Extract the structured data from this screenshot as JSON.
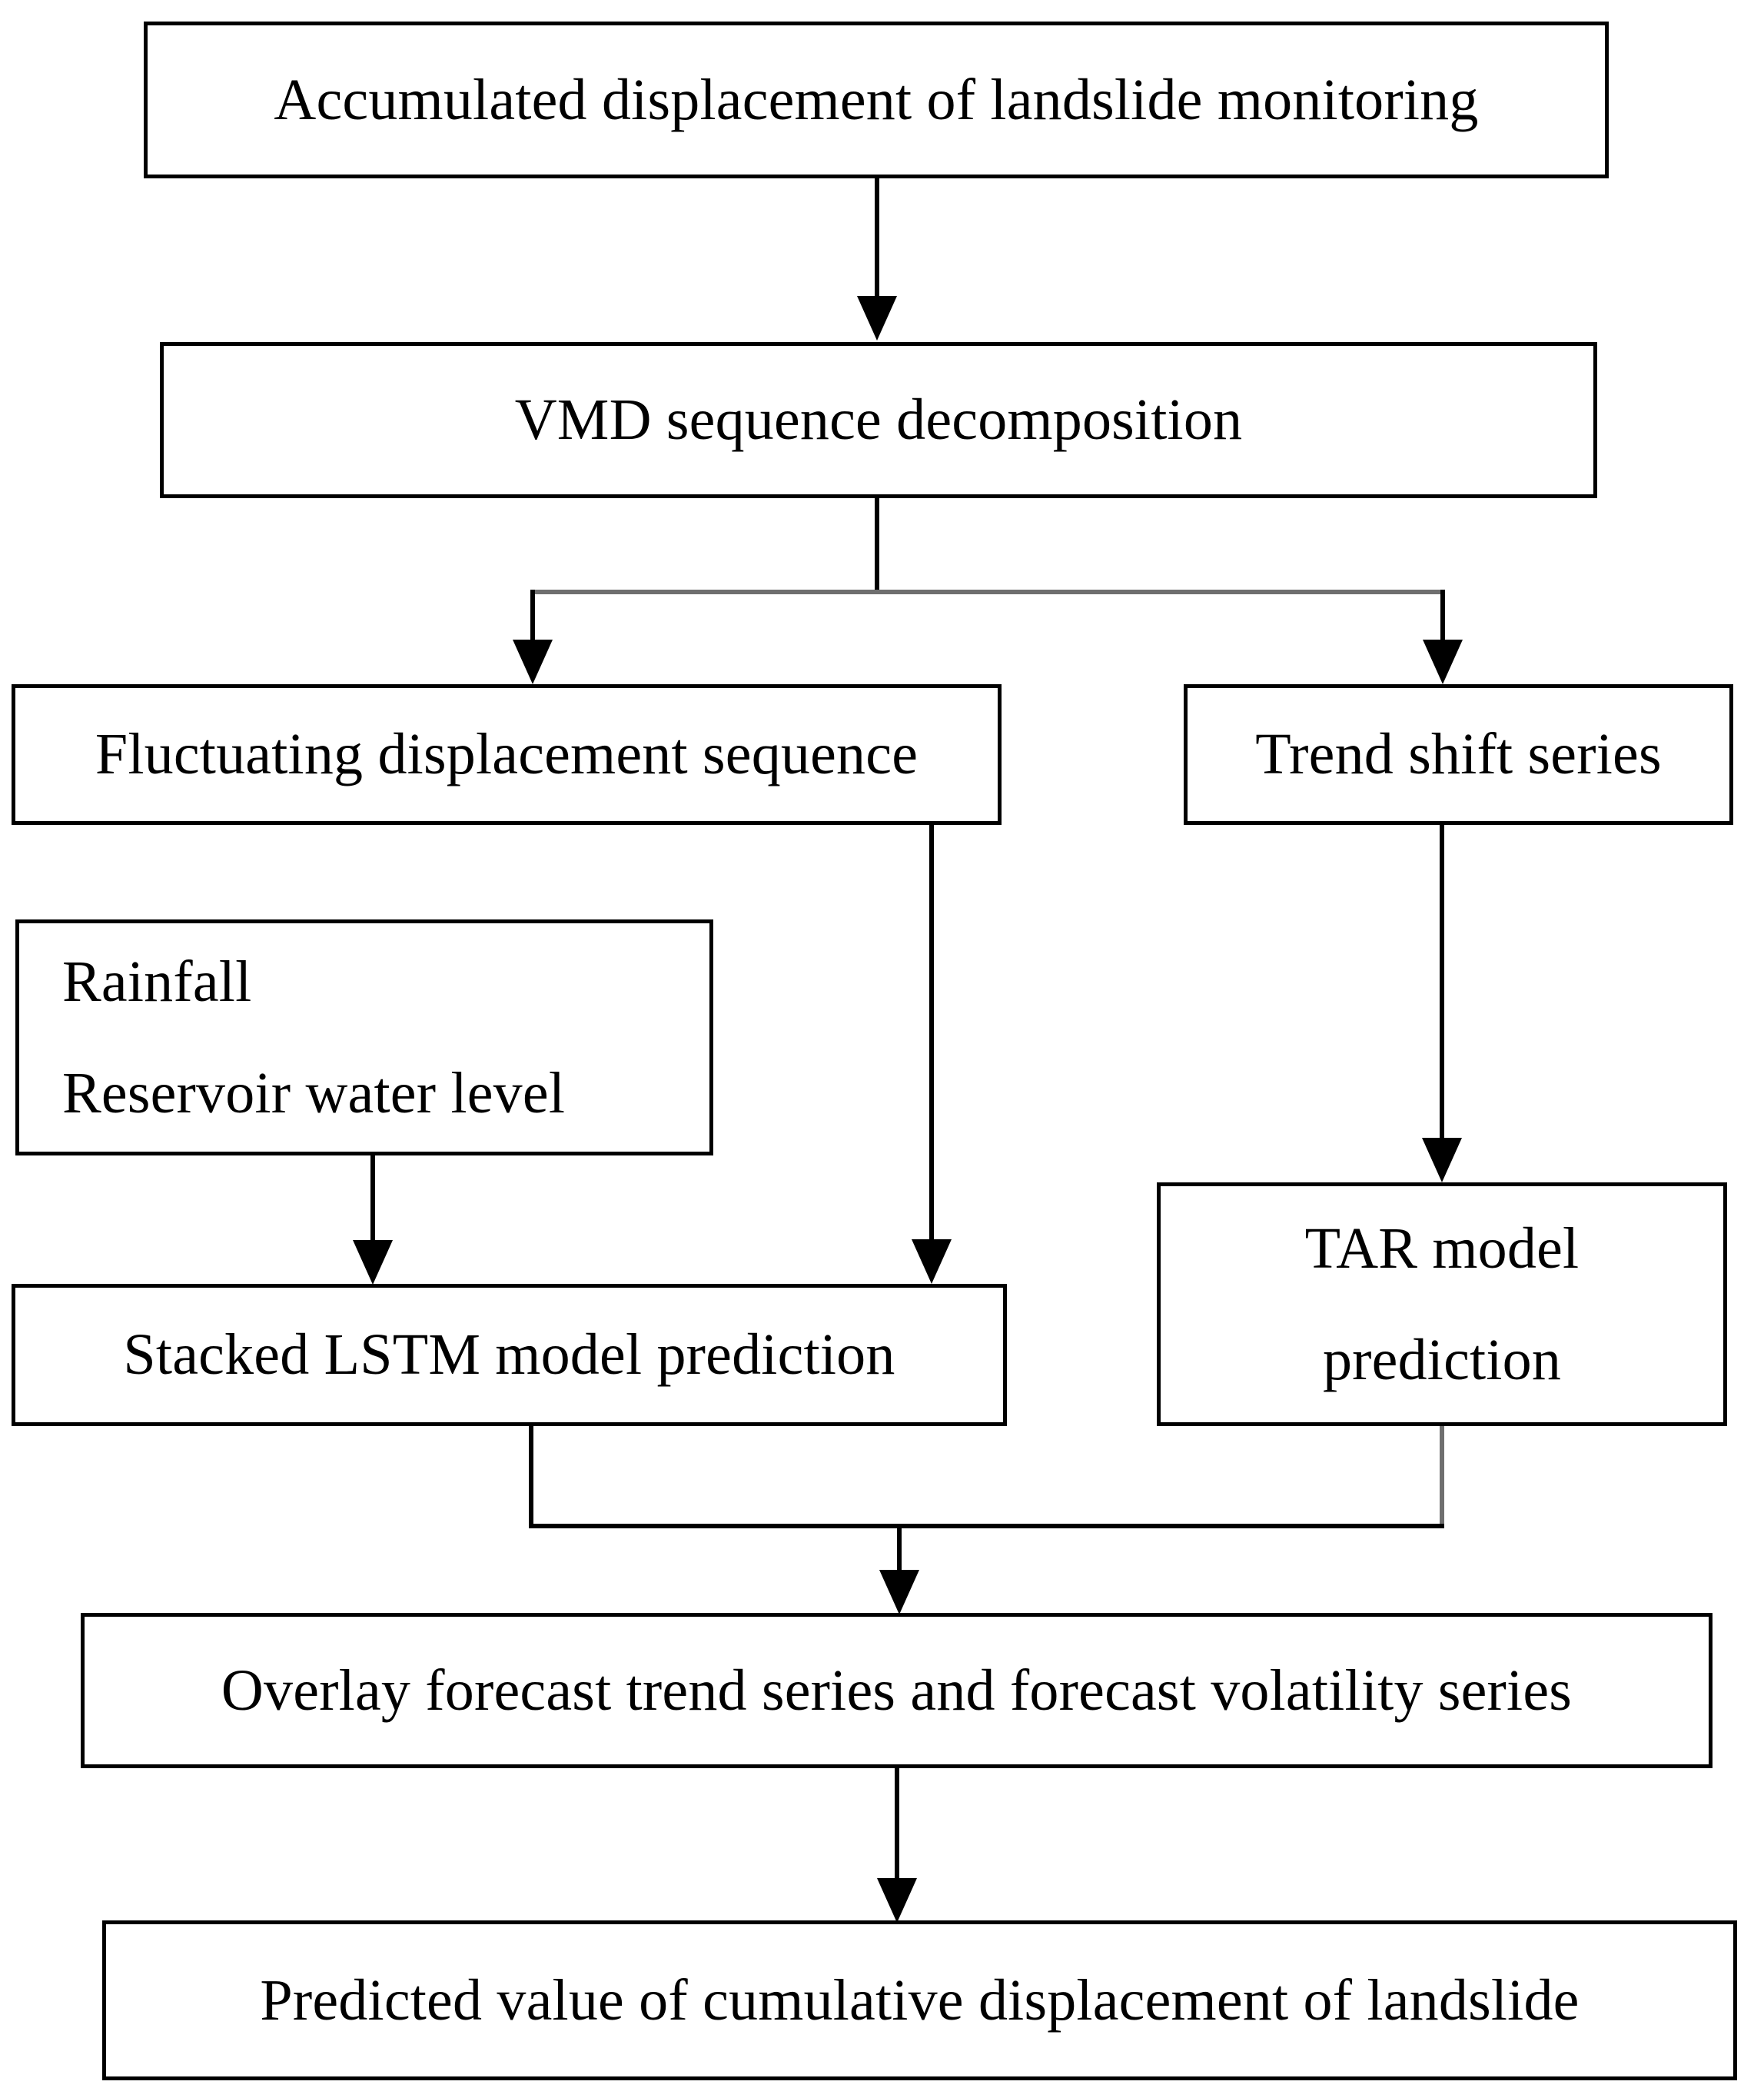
{
  "diagram": {
    "title": "Landslide displacement prediction flowchart",
    "background_color": "#ffffff",
    "line_color": "#000000",
    "accent_line_color": "#6f6f6f",
    "nodes": [
      {
        "id": "accumulated-displacement",
        "label": "Accumulated displacement of landslide monitoring"
      },
      {
        "id": "vmd-decomposition",
        "label": "VMD sequence decomposition"
      },
      {
        "id": "fluctuating-sequence",
        "label": "Fluctuating displacement sequence"
      },
      {
        "id": "trend-shift-series",
        "label": "Trend shift series"
      },
      {
        "id": "rainfall-inputs",
        "label": "Rainfall\nReservoir water level"
      },
      {
        "id": "stacked-lstm",
        "label": "Stacked LSTM model prediction"
      },
      {
        "id": "tar-model",
        "label": "TAR model\nprediction"
      },
      {
        "id": "overlay-forecast",
        "label": "Overlay forecast trend series and forecast volatility series"
      },
      {
        "id": "predicted-value",
        "label": "Predicted value of cumulative displacement of landslide"
      }
    ],
    "edges": [
      {
        "from": "accumulated-displacement",
        "to": "vmd-decomposition"
      },
      {
        "from": "vmd-decomposition",
        "to": "fluctuating-sequence"
      },
      {
        "from": "vmd-decomposition",
        "to": "trend-shift-series"
      },
      {
        "from": "fluctuating-sequence",
        "to": "stacked-lstm"
      },
      {
        "from": "rainfall-inputs",
        "to": "stacked-lstm"
      },
      {
        "from": "trend-shift-series",
        "to": "tar-model"
      },
      {
        "from": "stacked-lstm",
        "to": "overlay-forecast"
      },
      {
        "from": "tar-model",
        "to": "overlay-forecast"
      },
      {
        "from": "overlay-forecast",
        "to": "predicted-value"
      }
    ]
  }
}
